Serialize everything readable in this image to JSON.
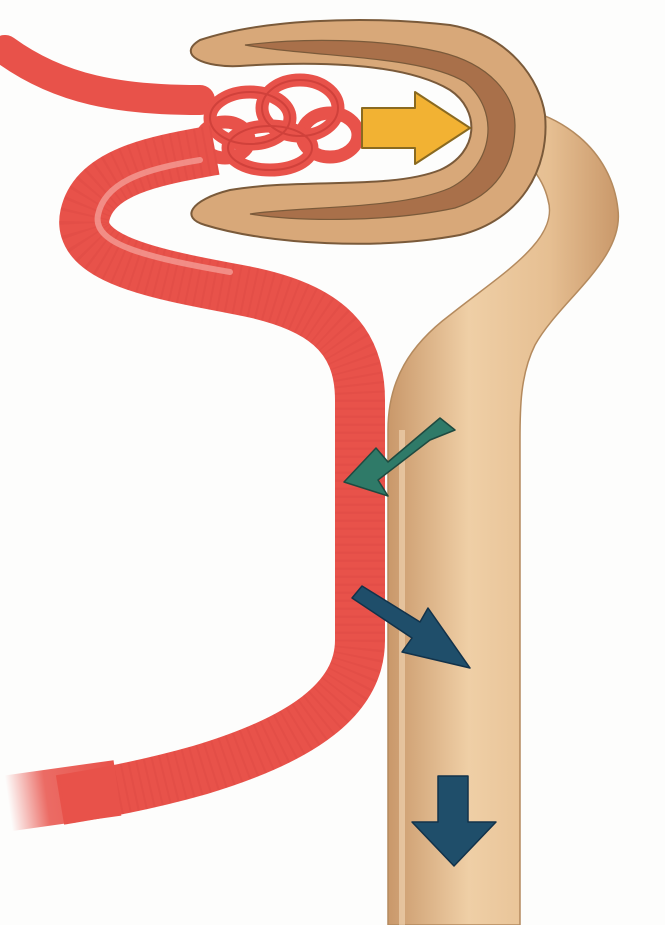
{
  "diagram": {
    "subject": "nephron",
    "colors": {
      "background": "#fdfdfc",
      "vessel": "#e8524a",
      "vessel_dark": "#c63a35",
      "vessel_highlight": "#f6a7a0",
      "tubule": "#e6bf92",
      "tubule_shade": "#c9986a",
      "capsule_outer": "#d8a879",
      "capsule_inner": "#a9704a",
      "outline": "#7a5a3a",
      "filtration_arrow": "#f2b233",
      "reabsorption_arrow": "#2f7a68",
      "secretion_arrow": "#1f4e6a",
      "excretion_arrow": "#1f4e6a"
    },
    "parts": [
      {
        "id": "afferent-vessel",
        "kind": "blood vessel"
      },
      {
        "id": "glomerulus",
        "kind": "capillary tuft"
      },
      {
        "id": "glomerular-capsule",
        "kind": "capsule"
      },
      {
        "id": "renal-tubule",
        "kind": "tubule"
      },
      {
        "id": "peritubular-vessel",
        "kind": "blood vessel"
      }
    ],
    "arrows": [
      {
        "id": "filtration-arrow",
        "direction": "right",
        "from": "glomerulus",
        "to": "glomerular-capsule"
      },
      {
        "id": "reabsorption-arrow",
        "direction": "down-left",
        "from": "renal-tubule",
        "to": "peritubular-vessel"
      },
      {
        "id": "secretion-arrow",
        "direction": "down-right",
        "from": "peritubular-vessel",
        "to": "renal-tubule"
      },
      {
        "id": "excretion-arrow",
        "direction": "down",
        "from": "renal-tubule",
        "to": "outside"
      }
    ]
  }
}
